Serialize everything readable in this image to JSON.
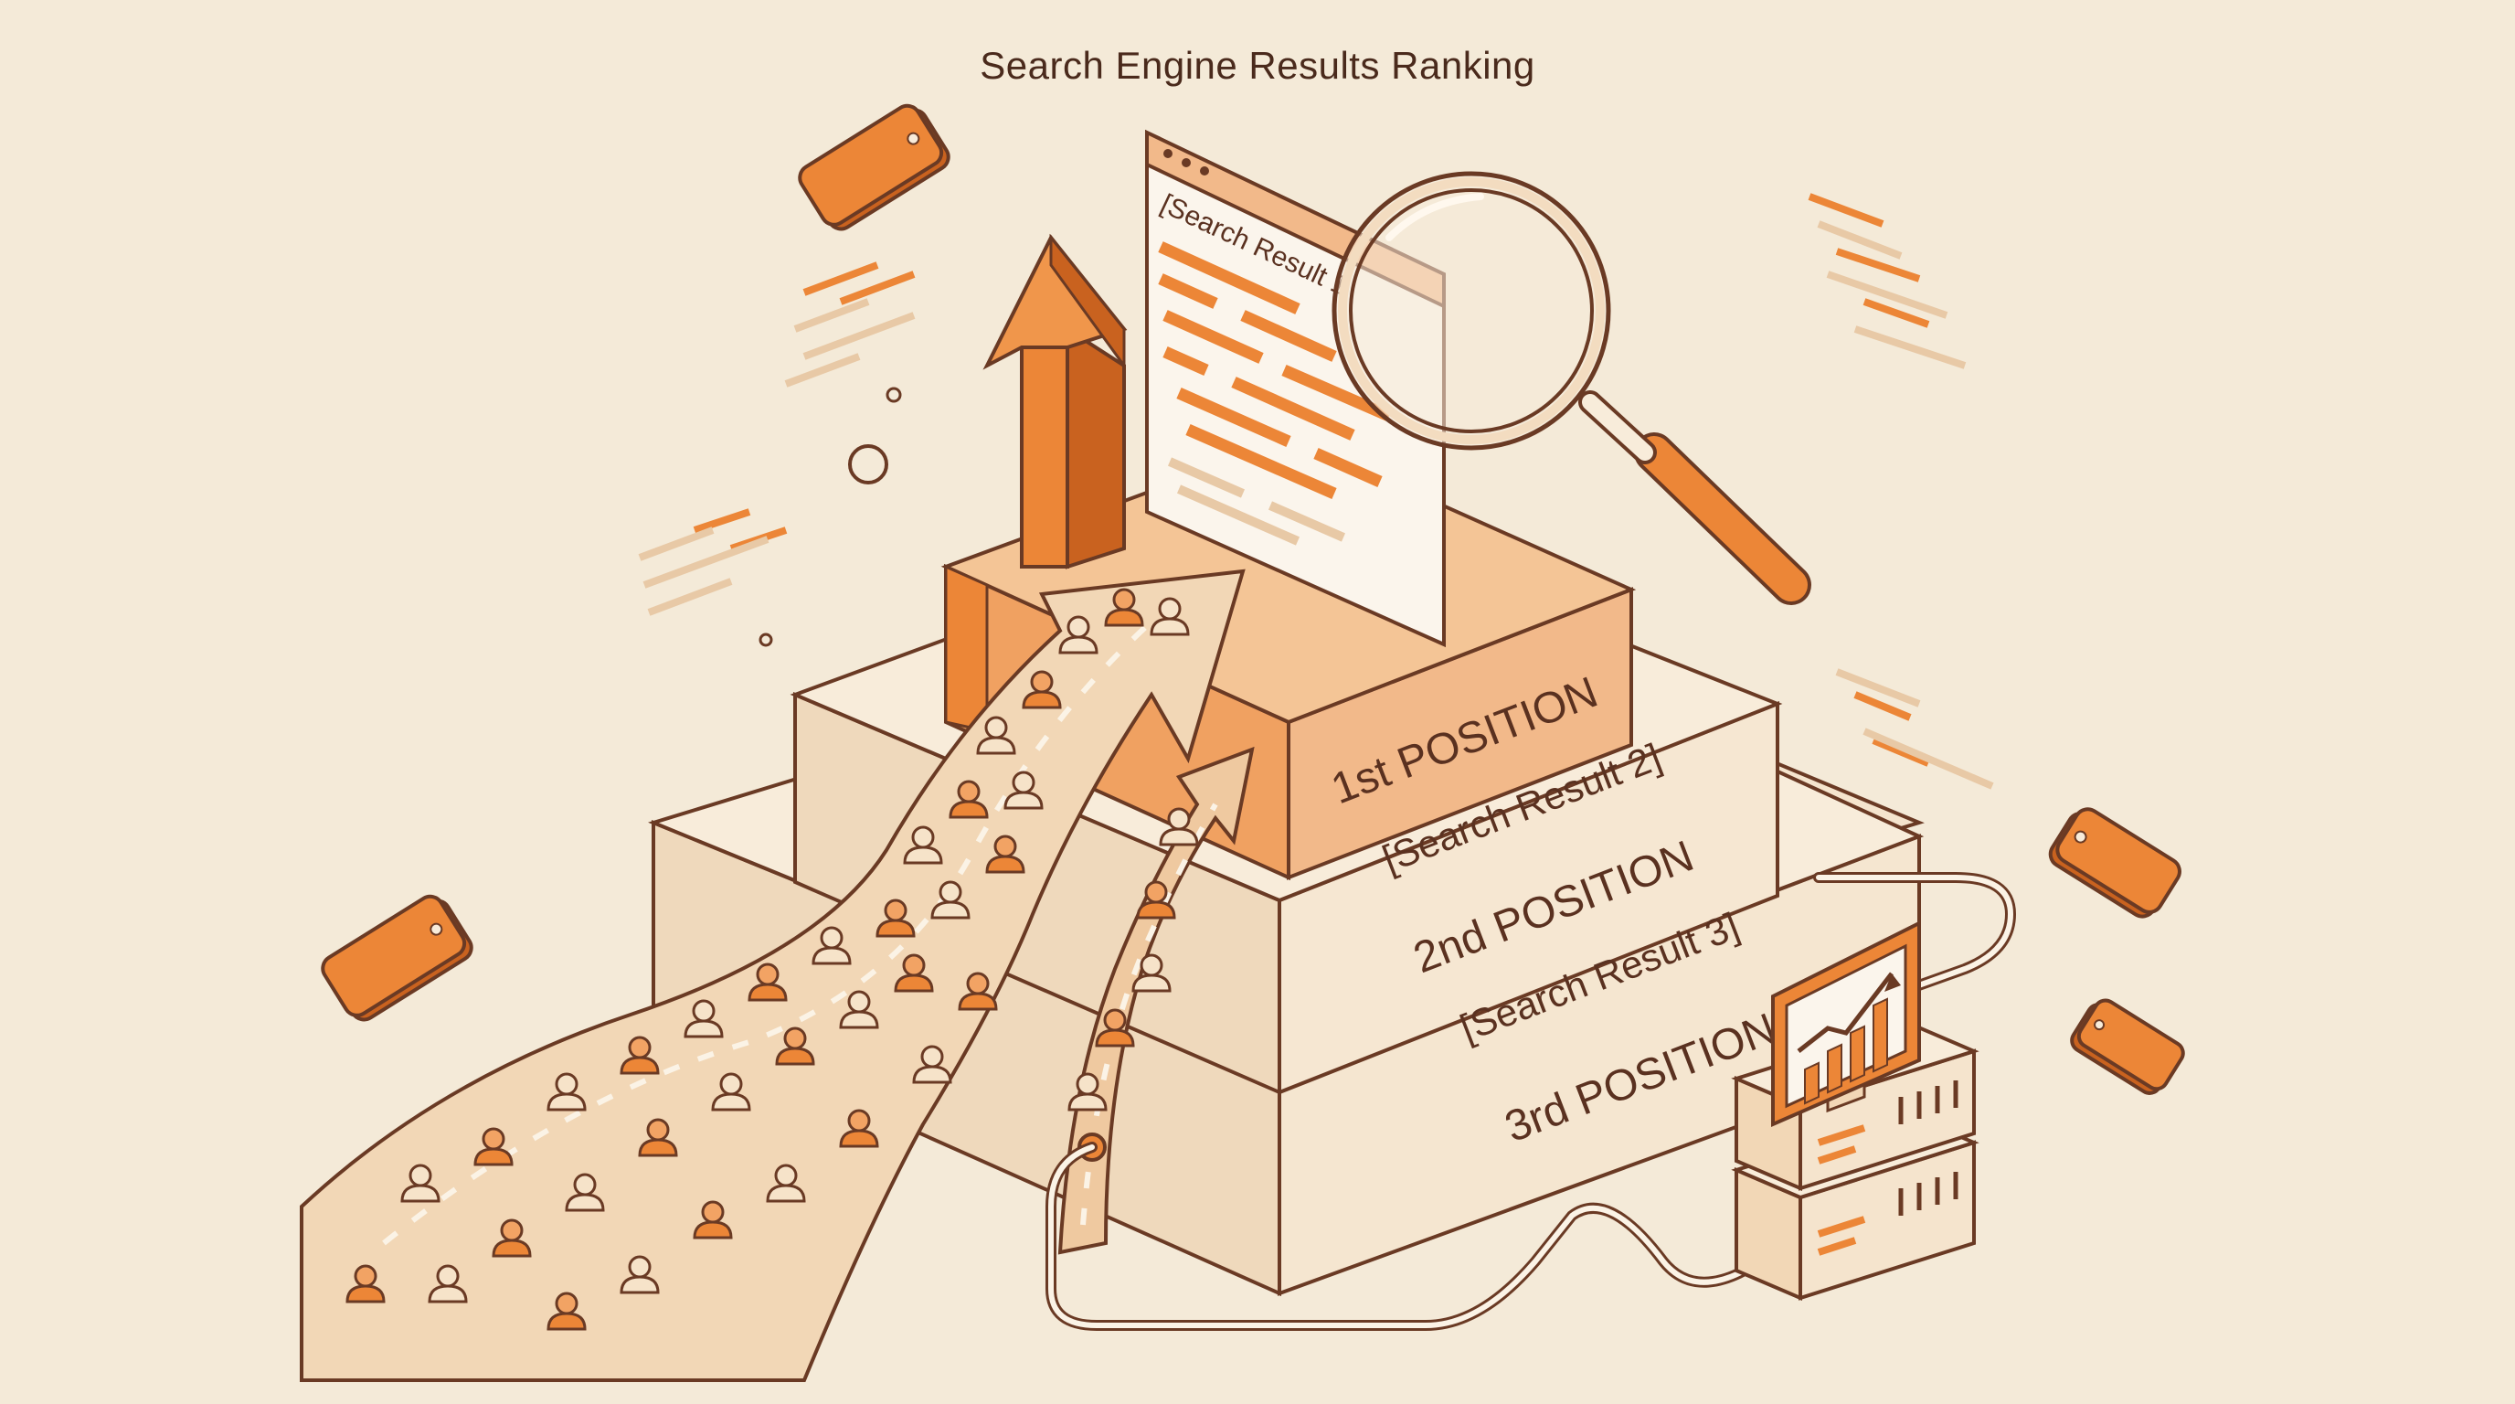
{
  "title": "Search Engine Results Ranking",
  "window": {
    "text": "[Search Result 1"
  },
  "tiers": [
    {
      "position": "1st POSITION",
      "result": ""
    },
    {
      "position": "2nd POSITION",
      "result": "[Search Result 2]"
    },
    {
      "position": "3rd POSITION",
      "result": "[Search Result 3]"
    }
  ],
  "colors": {
    "background": "#f4ead8",
    "accent": "#ec8637",
    "accent_dark": "#c9621f",
    "outline": "#6a3a24",
    "tier_light": "#f5e4cd",
    "tier_orange": "#f2b98a"
  },
  "icons": [
    "magnifier-icon",
    "up-arrow-icon",
    "browser-window-icon",
    "server-icon",
    "monitor-chart-icon",
    "tag-icon",
    "person-icon"
  ]
}
